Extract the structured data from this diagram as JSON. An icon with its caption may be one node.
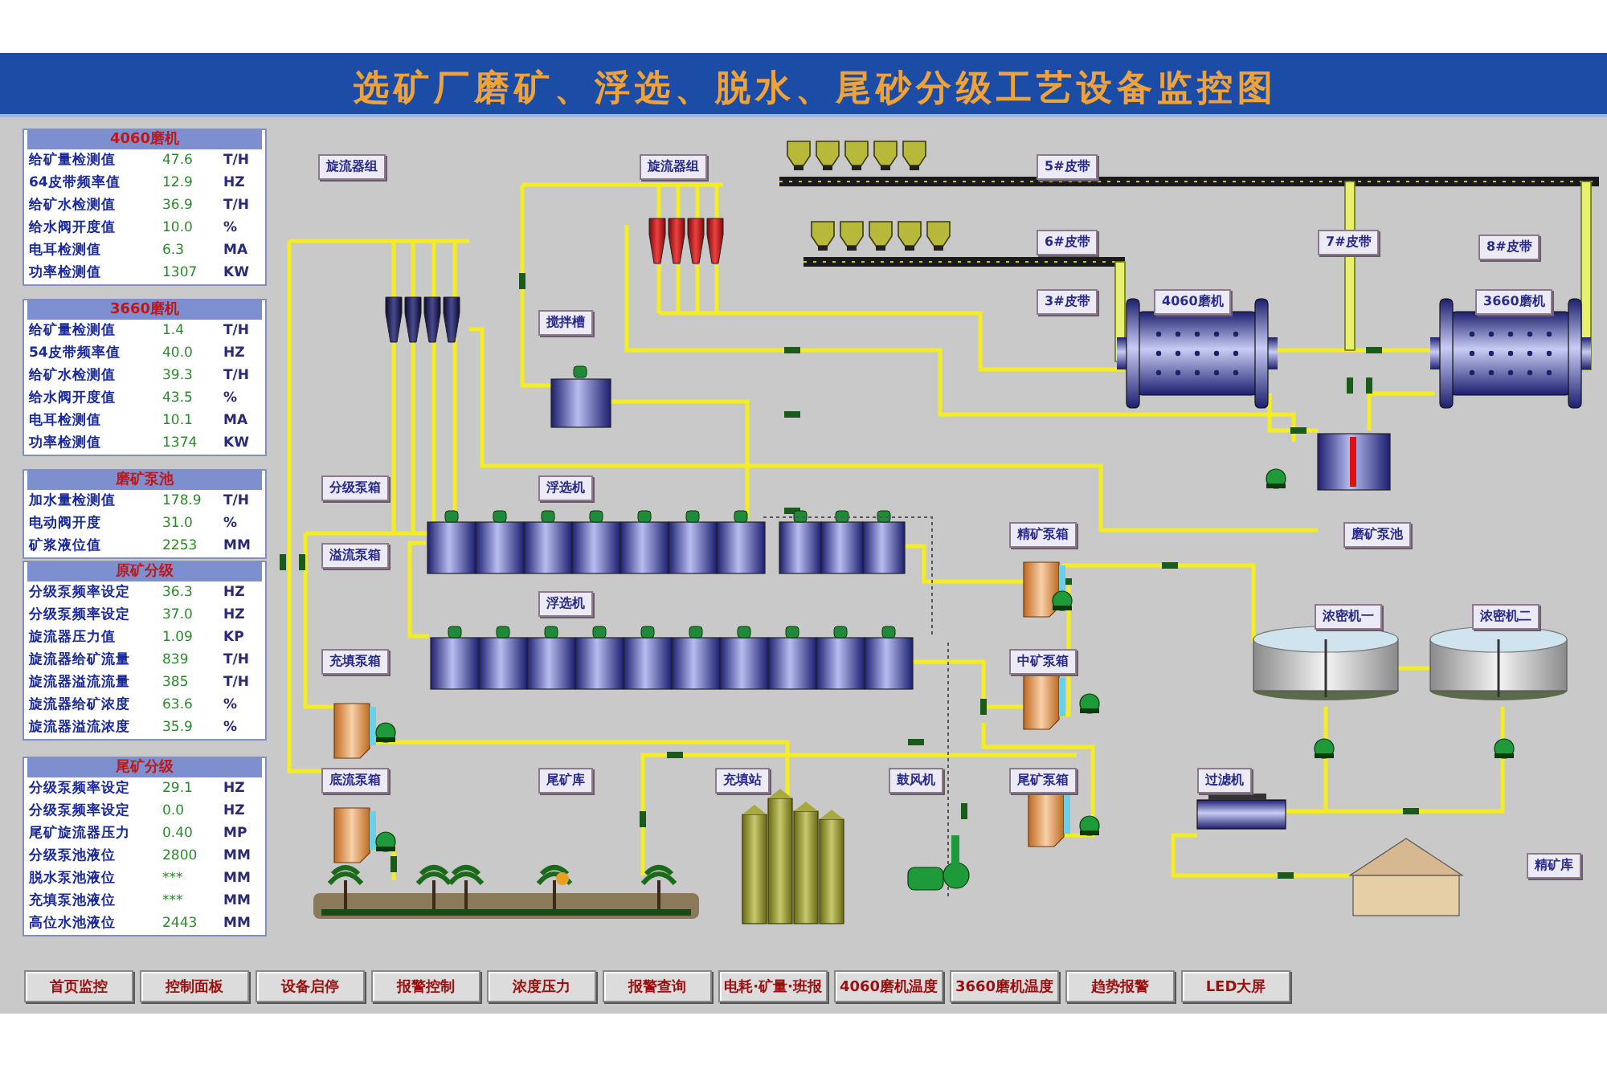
{
  "diagram": {
    "title": "选矿厂磨矿、浮选、脱水、尾砂分级工艺设备监控图",
    "nodes": [
      {
        "text": [
          "旋流器组"
        ]
      },
      {
        "text": [
          "旋流器组"
        ]
      },
      {
        "text": [
          "5#皮带"
        ]
      },
      {
        "text": [
          "6#皮带"
        ]
      },
      {
        "text": [
          "7#皮带"
        ]
      },
      {
        "text": [
          "8#皮带"
        ]
      },
      {
        "text": [
          "3#皮带"
        ]
      },
      {
        "text": [
          "4060磨机"
        ]
      },
      {
        "text": [
          "3660磨机"
        ]
      },
      {
        "text": [
          "搅拌槽"
        ]
      },
      {
        "text": [
          "分级泵箱"
        ]
      },
      {
        "text": [
          "浮选机"
        ]
      },
      {
        "text": [
          "精矿泵箱"
        ]
      },
      {
        "text": [
          "磨矿泵池"
        ]
      },
      {
        "text": [
          "溢流泵箱"
        ]
      },
      {
        "text": [
          "浮选机"
        ]
      },
      {
        "text": [
          "浓密机一"
        ]
      },
      {
        "text": [
          "浓密机二"
        ]
      },
      {
        "text": [
          "充填泵箱"
        ]
      },
      {
        "text": [
          "中矿泵箱"
        ]
      },
      {
        "text": [
          "底流泵箱"
        ]
      },
      {
        "text": [
          "尾矿库"
        ]
      },
      {
        "text": [
          "充填站"
        ]
      },
      {
        "text": [
          "鼓风机"
        ]
      },
      {
        "text": [
          "尾矿泵箱"
        ]
      },
      {
        "text": [
          "过滤机"
        ]
      },
      {
        "text": [
          "精矿库"
        ]
      },
      {
        "text": [
          "首页监控"
        ]
      },
      {
        "text": [
          "控制面板"
        ]
      },
      {
        "text": [
          "设备启停"
        ]
      },
      {
        "text": [
          "报警控制"
        ]
      },
      {
        "text": [
          "浓度压力"
        ]
      },
      {
        "text": [
          "报警查询"
        ]
      },
      {
        "text": [
          "电耗·矿量·班报"
        ]
      },
      {
        "text": [
          "4060磨机温度"
        ]
      },
      {
        "text": [
          "3660磨机温度"
        ]
      },
      {
        "text": [
          "趋势报警"
        ]
      },
      {
        "text": [
          "LED大屏"
        ]
      }
    ],
    "labels": [
      "4060磨机",
      "给矿量检测值",
      "47.6",
      "T/H",
      "64皮带频率值",
      "12.9",
      "HZ",
      "给矿水检测值",
      "36.9",
      "T/H",
      "给水阀开度值",
      "10.0",
      "%",
      "电耳检测值",
      "6.3",
      "MA",
      "功率检测值",
      "1307",
      "KW",
      "3660磨机",
      "给矿量检测值",
      "1.4",
      "T/H",
      "54皮带频率值",
      "40.0",
      "HZ",
      "给矿水检测值",
      "39.3",
      "T/H",
      "给水阀开度值",
      "43.5",
      "%",
      "电耳检测值",
      "10.1",
      "MA",
      "功率检测值",
      "1374",
      "KW",
      "磨矿泵池",
      "加水量检测值",
      "178.9",
      "T/H",
      "电动阀开度",
      "31.0",
      "%",
      "矿浆液位值",
      "2253",
      "MM",
      "原矿分级",
      "分级泵频率设定",
      "36.3",
      "HZ",
      "分级泵频率设定",
      "37.0",
      "HZ",
      "旋流器压力值",
      "1.09",
      "KP",
      "旋流器给矿流量",
      "839",
      "T/H",
      "旋流器溢流流量",
      "385",
      "T/H",
      "旋流器给矿浓度",
      "63.6",
      "%",
      "旋流器溢流浓度",
      "35.9",
      "%",
      "尾矿分级",
      "分级泵频率设定",
      "29.1",
      "HZ",
      "分级泵频率设定",
      "0.0",
      "HZ",
      "尾矿旋流器压力",
      "0.40",
      "MP",
      "分级泵池液位",
      "2800",
      "MM",
      "脱水泵池液位",
      "***",
      "MM",
      "充填泵池液位",
      "***",
      "MM",
      "高位水池液位",
      "2443",
      "MM"
    ]
  }
}
